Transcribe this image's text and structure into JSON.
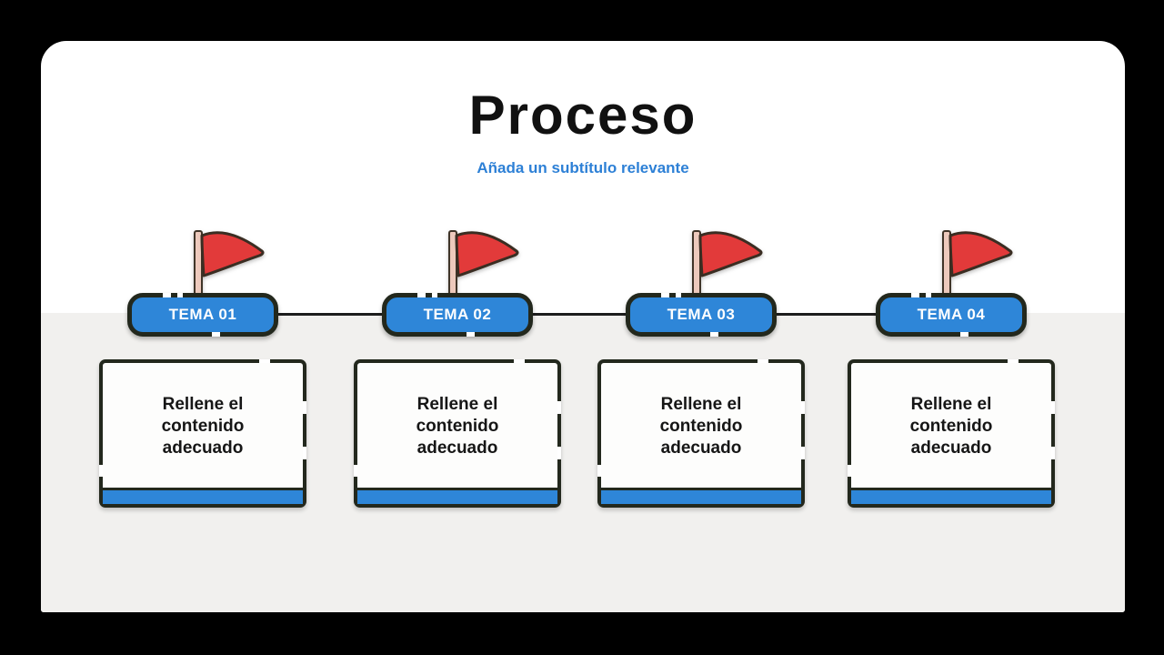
{
  "slide": {
    "title": "Proceso",
    "subtitle": "Añada un subtítulo relevante"
  },
  "steps": [
    {
      "icon": "flag-icon",
      "label": "TEMA 01",
      "body": "Rellene el contenido adecuado"
    },
    {
      "icon": "flag-icon",
      "label": "TEMA 02",
      "body": "Rellene el contenido adecuado"
    },
    {
      "icon": "flag-icon",
      "label": "TEMA 03",
      "body": "Rellene el contenido adecuado"
    },
    {
      "icon": "flag-icon",
      "label": "TEMA 04",
      "body": "Rellene el contenido adecuado"
    }
  ],
  "colors": {
    "accent_blue": "#2e86d8",
    "subtitle_blue": "#2d80d6",
    "flag_red": "#e23a3a",
    "flag_pole": "#edc9bc",
    "outline_dark": "#23281d",
    "band_gray": "#f1f0ee",
    "title_black": "#111111",
    "page_background": "#000000"
  }
}
